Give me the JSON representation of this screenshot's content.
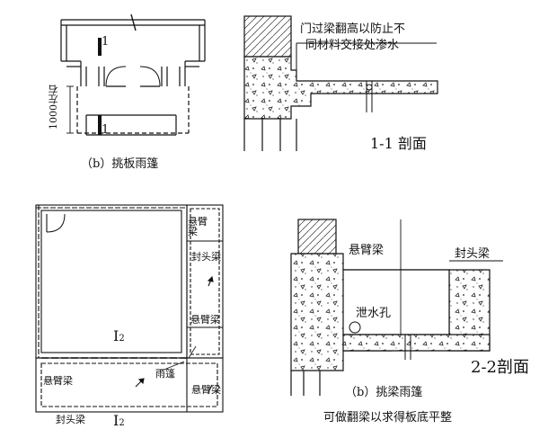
{
  "panel_top_left": {
    "caption": "（b）挑板雨篷",
    "section_mark_top": "1",
    "section_mark_bottom": "1",
    "dimension": "1000左右"
  },
  "panel_top_right": {
    "note_line1": "门过梁翻高以防止不",
    "note_line2": "同材料交接处渗水",
    "caption": "1-1 剖面"
  },
  "panel_bottom_left": {
    "label_cantilever_beam_top": "悬臂梁",
    "label_end_beam": "封头梁",
    "label_cantilever_beam_mid": "悬臂梁",
    "label_canopy": "雨篷",
    "label_cantilever_beam_left": "悬臂梁",
    "label_cantilever_beam_right": "悬臂梁",
    "label_end_beam_bottom": "封头梁",
    "section_mark_mid": "2",
    "section_mark_bottom": "2"
  },
  "panel_bottom_right": {
    "label_cantilever_beam": "悬臂梁",
    "label_end_beam": "封头梁",
    "label_drain_hole": "泄水孔",
    "section_title": "2-2剖面",
    "caption": "（b）挑梁雨篷",
    "note": "可做翻梁以求得板底平整"
  }
}
